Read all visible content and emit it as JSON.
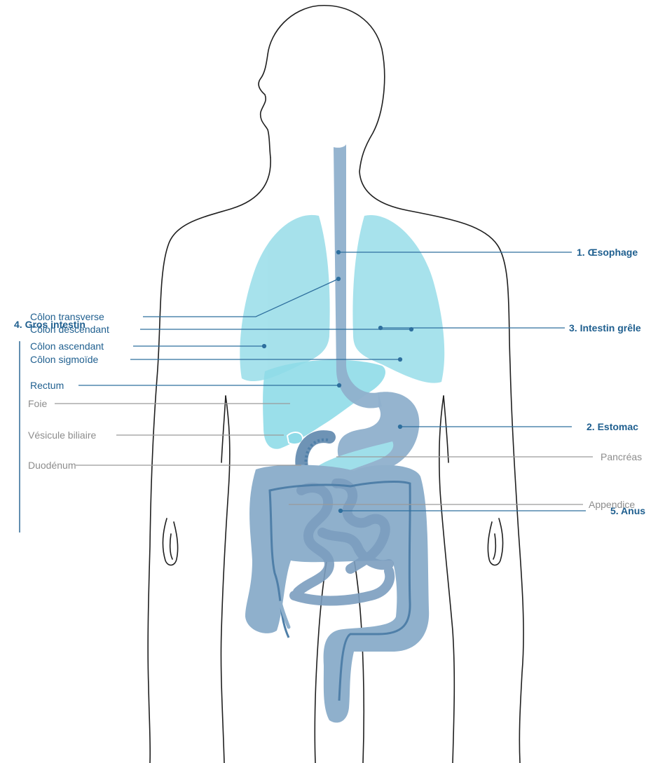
{
  "colors": {
    "lungs": "#9fdfea",
    "liver": "#8fdbe8",
    "tract": "#8fb0cc",
    "tract_dark": "#6e93b5",
    "colon_line": "#4f7fa8",
    "outline": "#1f1f1f",
    "label_dark": "#1f5f8f",
    "label_grey": "#8d8d8d",
    "leader_dark": "#2e6f9e",
    "leader_grey": "#9a9a9a"
  },
  "labels": {
    "oesophage": "1. Œsophage",
    "estomac": "2. Estomac",
    "intestin_grele": "3. Intestin grêle",
    "gros_intestin": "4. Gros intestin",
    "anus": "5. Anus",
    "foie": "Foie",
    "vesicule": "Vésicule biliaire",
    "duodenum": "Duodénum",
    "pancreas": "Pancréas",
    "appendice": "Appendice",
    "colon_ascendant": "Côlon ascendant",
    "colon_transverse": "Côlon transverse",
    "colon_descendant": "Côlon descendant",
    "colon_sigmoide": "Côlon sigmoïde",
    "rectum": "Rectum"
  }
}
